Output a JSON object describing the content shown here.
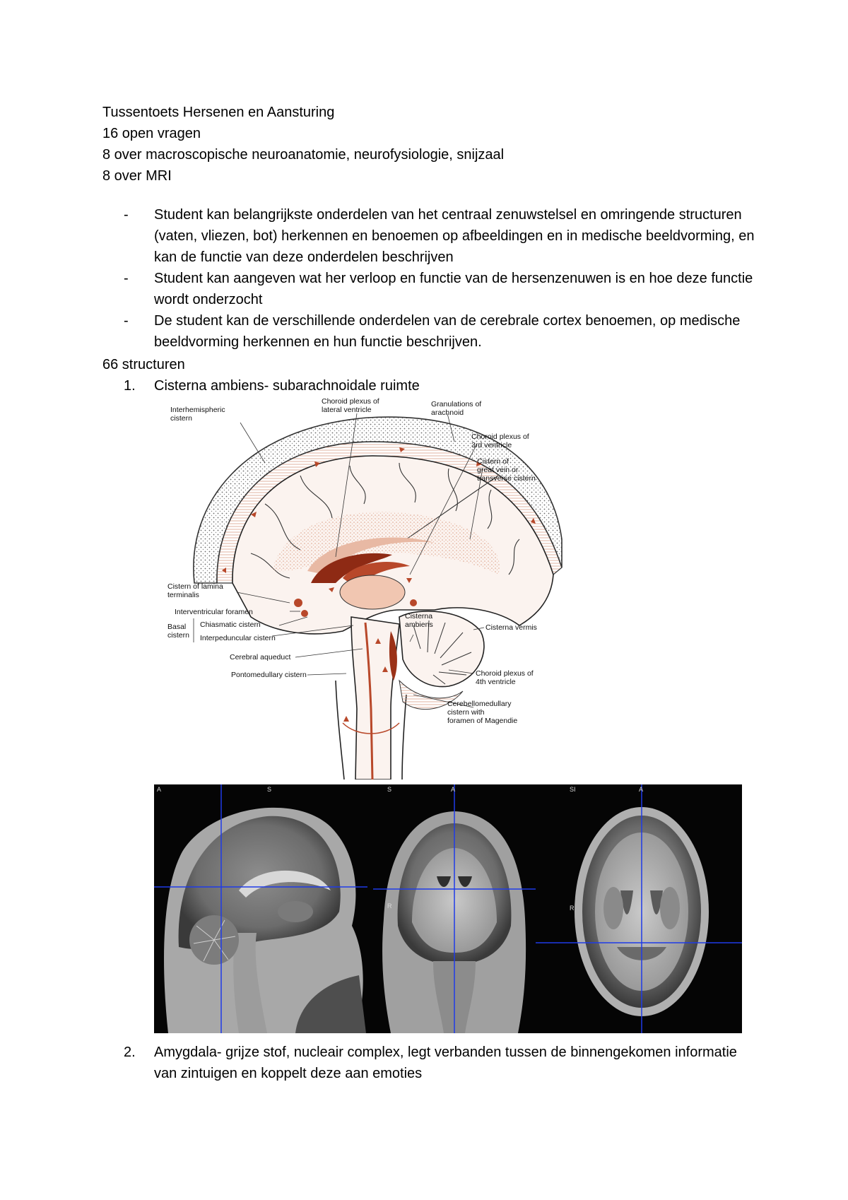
{
  "header": {
    "title": "Tussentoets Hersenen en Aansturing",
    "line2": "16 open vragen",
    "line3": "8 over macroscopische neuroanatomie, neurofysiologie, snijzaal",
    "line4": "8 over MRI"
  },
  "objectives": [
    {
      "marker": "-",
      "text": "Student kan belangrijkste onderdelen van het centraal zenuwstelsel en omringende structuren (vaten, vliezen, bot) herkennen en benoemen op afbeeldingen en in medische beeldvorming, en kan de functie van deze onderdelen beschrijven"
    },
    {
      "marker": "-",
      "text": "Student kan aangeven wat her verloop en functie van de hersenzenuwen is en hoe deze functie wordt onderzocht"
    },
    {
      "marker": "-",
      "text": "De student kan de verschillende onderdelen van de cerebrale cortex benoemen, op medische beeldvorming herkennen en hun functie beschrijven."
    }
  ],
  "structures_heading": "66 structuren",
  "items": [
    {
      "number": "1.",
      "text": "Cisterna ambiens- subarachnoidale ruimte"
    },
    {
      "number": "2.",
      "text": "Amygdala- grijze stof, nucleair complex, legt verbanden tussen de binnengekomen informatie van zintuigen en koppelt deze aan emoties"
    }
  ],
  "figure1": {
    "labels": {
      "interhemispheric": [
        "Interhemispheric",
        "cistern"
      ],
      "choroid_lateral": [
        "Choroid plexus of",
        "lateral ventricle"
      ],
      "granulations": [
        "Granulations of",
        "arachnoid"
      ],
      "choroid_3rd": [
        "Choroid plexus of",
        "3rd ventricle"
      ],
      "great_vein": [
        "Cistern of",
        "great vein or",
        "transverse cistern"
      ],
      "lamina_terminalis": [
        "Cistern of lamina",
        "terminalis"
      ],
      "interventricular": "Interventricular foramen",
      "basal_cistern": [
        "Basal",
        "cistern"
      ],
      "chiasmatic": "Chiasmatic cistern",
      "interpeduncular": "Interpeduncular cistern",
      "cerebral_aqueduct": "Cerebral aqueduct",
      "pontomedullary": "Pontomedullary cistern",
      "cisterna_ambiens": [
        "Cisterna",
        "ambiens"
      ],
      "cisterna_vermis": "Cisterna vermis",
      "choroid_4th": [
        "Choroid plexus of",
        "4th ventricle"
      ],
      "cerebellomedullary": [
        "Cerebellomedullary",
        "cistern with",
        "foramen of Magendie"
      ]
    }
  },
  "figure2": {
    "panel_tags": [
      "A",
      "S",
      "S",
      "A",
      "SI",
      "A"
    ],
    "side_tags": [
      "R",
      "R"
    ]
  }
}
